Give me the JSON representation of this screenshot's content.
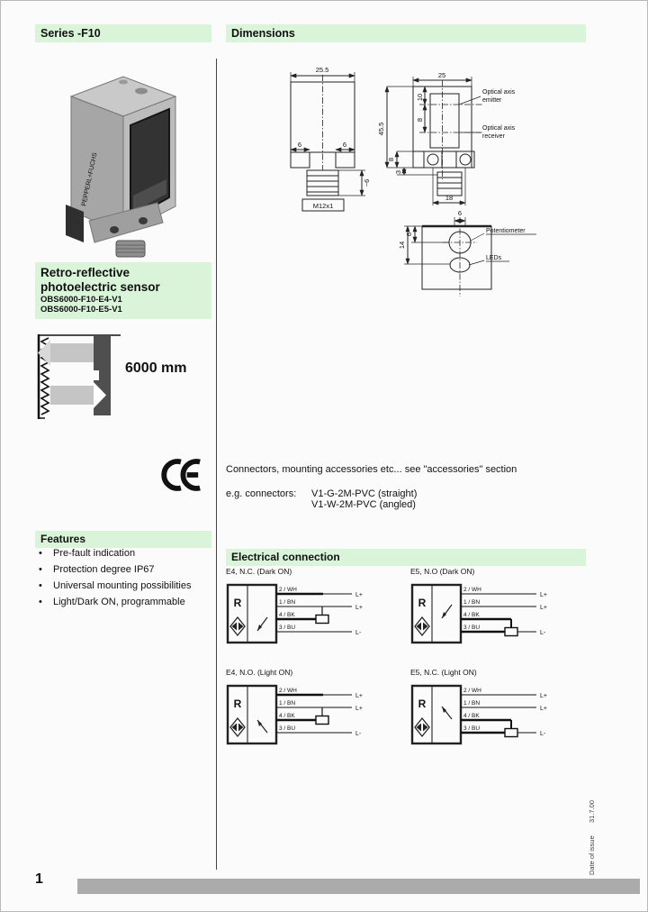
{
  "headers": {
    "series": "Series -F10",
    "dimensions": "Dimensions",
    "features": "Features",
    "electrical": "Electrical connection"
  },
  "product": {
    "title_line1": "Retro-reflective",
    "title_line2": "photoelectric sensor",
    "models": [
      "OBS6000-F10-E4-V1",
      "OBS6000-F10-E5-V1"
    ],
    "range": "6000 mm",
    "ce_mark": "CE",
    "brand_on_photo": "PEPPERL+FUCHS"
  },
  "features": {
    "items": [
      "Pre-fault indication",
      "Protection degree IP67",
      "Universal mounting possibilities",
      "Light/Dark ON, programmable"
    ]
  },
  "connectors": {
    "note": "Connectors, mounting accessories etc... see \"accessories\" section",
    "example_label": "e.g. connectors:",
    "examples": [
      "V1-G-2M-PVC (straight)",
      "V1-W-2M-PVC (angled)"
    ]
  },
  "dims": {
    "side": {
      "width": "25.5",
      "foot_left": "6",
      "foot_right": "6",
      "thread": "M12x1",
      "conn_height": "~6"
    },
    "front": {
      "width": "25",
      "height": "45.5",
      "emitter_offset": "10",
      "axis_gap": "8",
      "foot_height": "8",
      "gap_below": "3",
      "hole_spacing": "18",
      "emitter_label_1": "Optical axis",
      "emitter_label_2": "emitter",
      "receiver_label_1": "Optical axis",
      "receiver_label_2": "receiver"
    },
    "top": {
      "top_dim": "6",
      "left_outer": "14",
      "left_inner": "6",
      "pot_label": "Potentiometer",
      "led_label": "LEDs"
    }
  },
  "electrical": {
    "r_symbol": "R",
    "diagrams": [
      {
        "caption": "E4, N.C. (Dark ON)",
        "wires": [
          "2 / WH",
          "1 / BN",
          "4 / BK",
          "3 / BU"
        ],
        "rails": [
          "L+",
          "L+",
          "L-"
        ]
      },
      {
        "caption": "E5, N.O (Dark ON)",
        "wires": [
          "2 / WH",
          "1 / BN",
          "4 / BK",
          "3 / BU"
        ],
        "rails": [
          "L+",
          "L+",
          "L-"
        ]
      },
      {
        "caption": "E4, N.O. (Light ON)",
        "wires": [
          "2 / WH",
          "1 / BN",
          "4 / BK",
          "3 / BU"
        ],
        "rails": [
          "L+",
          "L+",
          "L-"
        ]
      },
      {
        "caption": "E5, N.C. (Light ON)",
        "wires": [
          "2 / WH",
          "1 / BN",
          "4 / BK",
          "3 / BU"
        ],
        "rails": [
          "L+",
          "L+",
          "L-"
        ]
      }
    ]
  },
  "sidebar": {
    "date_value": "31.7.00",
    "date_label": "Date of issue"
  },
  "footer": {
    "page_number": "1"
  }
}
